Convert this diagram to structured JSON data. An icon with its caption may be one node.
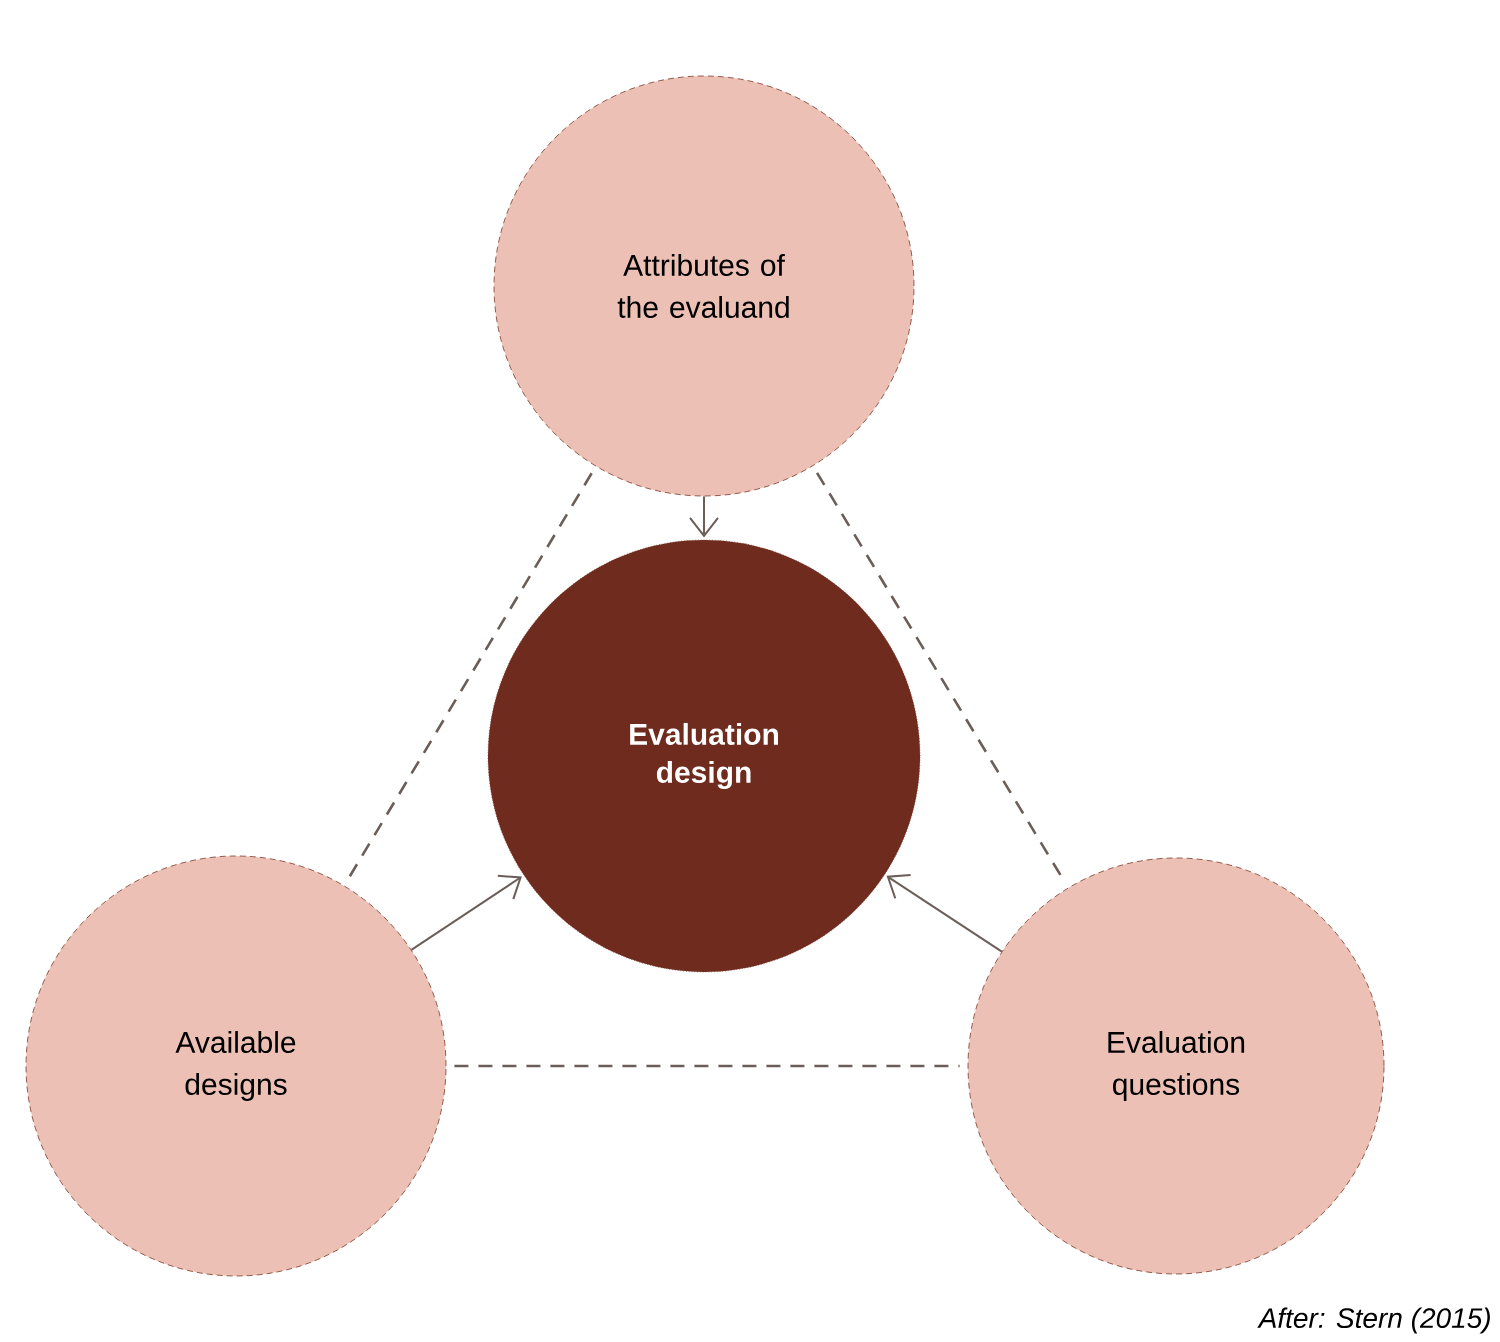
{
  "diagram": {
    "caption": "After: Stern (2015)",
    "nodes": [
      {
        "text": [
          "Attributes of the evaluand"
        ]
      },
      {
        "text": [
          "Evaluation design"
        ]
      },
      {
        "text": [
          "Available designs"
        ]
      },
      {
        "text": [
          "Evaluation questions"
        ]
      }
    ],
    "edges": [
      {
        "from": 0,
        "to": 1,
        "arrow": "to"
      },
      {
        "from": 2,
        "to": 1,
        "arrow": "to"
      },
      {
        "from": 3,
        "to": 1,
        "arrow": "to"
      },
      {
        "from": 0,
        "to": 2,
        "arrow": "none",
        "style": "dashed"
      },
      {
        "from": 0,
        "to": 3,
        "arrow": "none",
        "style": "dashed"
      },
      {
        "from": 2,
        "to": 3,
        "arrow": "none",
        "style": "dashed"
      }
    ]
  }
}
